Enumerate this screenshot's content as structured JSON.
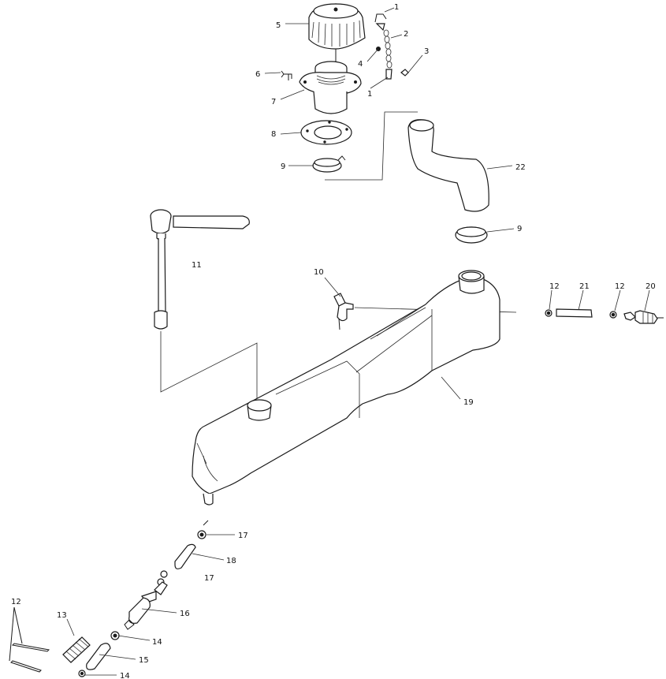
{
  "colors": {
    "ink": "#1a1a1a",
    "paper": "#ffffff"
  },
  "callouts": [
    {
      "id": "c1a",
      "text": "1"
    },
    {
      "id": "c2",
      "text": "2"
    },
    {
      "id": "c3",
      "text": "3"
    },
    {
      "id": "c4",
      "text": "4"
    },
    {
      "id": "c1b",
      "text": "1"
    },
    {
      "id": "c5",
      "text": "5"
    },
    {
      "id": "c6",
      "text": "6"
    },
    {
      "id": "c7",
      "text": "7"
    },
    {
      "id": "c8",
      "text": "8"
    },
    {
      "id": "c9a",
      "text": "9"
    },
    {
      "id": "c22",
      "text": "22"
    },
    {
      "id": "c9b",
      "text": "9"
    },
    {
      "id": "c11",
      "text": "11"
    },
    {
      "id": "c10",
      "text": "10"
    },
    {
      "id": "c12a",
      "text": "12"
    },
    {
      "id": "c21",
      "text": "21"
    },
    {
      "id": "c12b",
      "text": "12"
    },
    {
      "id": "c20",
      "text": "20"
    },
    {
      "id": "c19",
      "text": "19"
    },
    {
      "id": "c17a",
      "text": "17"
    },
    {
      "id": "c18",
      "text": "18"
    },
    {
      "id": "c17b",
      "text": "17"
    },
    {
      "id": "c16",
      "text": "16"
    },
    {
      "id": "c12c",
      "text": "12"
    },
    {
      "id": "c13",
      "text": "13"
    },
    {
      "id": "c14a",
      "text": "14"
    },
    {
      "id": "c15",
      "text": "15"
    },
    {
      "id": "c14b",
      "text": "14"
    }
  ]
}
